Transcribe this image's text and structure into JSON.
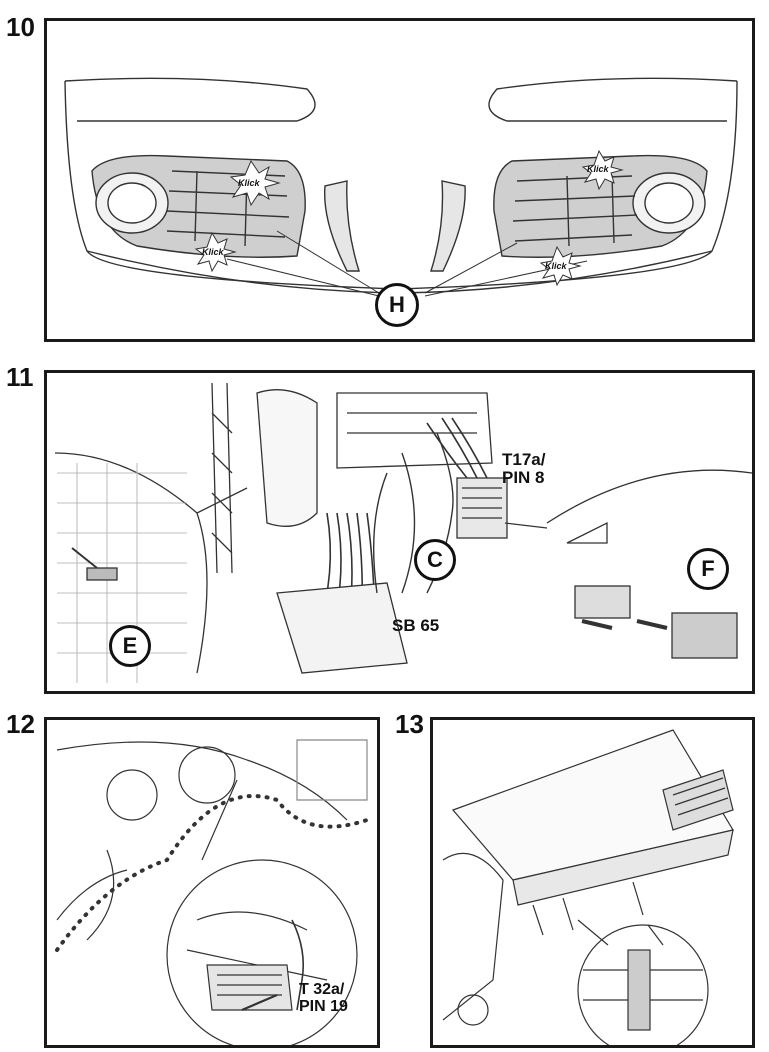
{
  "steps": {
    "s10": {
      "number": "10",
      "klick": "Klick",
      "callout_h": "H"
    },
    "s11": {
      "number": "11",
      "connector_label_line1": "T17a/",
      "connector_label_line2": "PIN 8",
      "fuse_label": "SB 65",
      "callout_c": "C",
      "callout_e": "E",
      "callout_f": "F"
    },
    "s12": {
      "number": "12",
      "connector_label_line1": "T 32a/",
      "connector_label_line2": "PIN 19"
    },
    "s13": {
      "number": "13"
    }
  }
}
